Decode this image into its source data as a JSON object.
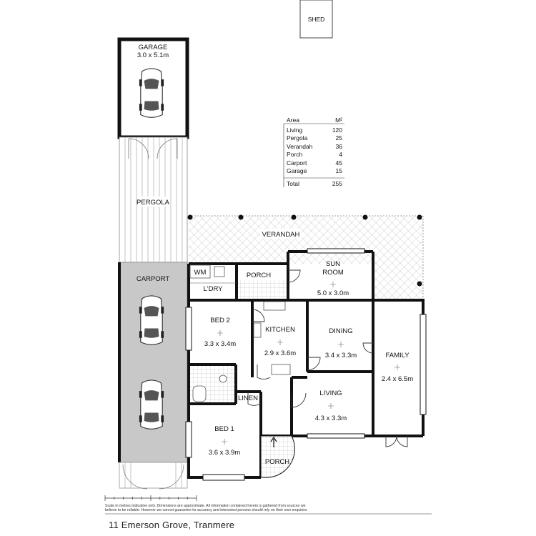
{
  "shed": "SHED",
  "garage": {
    "name": "GARAGE",
    "dims": "3.0 x 5.1m"
  },
  "pergola": "PERGOLA",
  "carport": "CARPORT",
  "verandah": "VERANDAH",
  "rooms": {
    "wm": "WM",
    "porch_rear": "PORCH",
    "laundry": "L'DRY",
    "sunroom_name1": "SUN",
    "sunroom_name2": "ROOM",
    "sunroom_dims": "5.0 x 3.0m",
    "bed2": "BED 2",
    "bed2_dims": "3.3 x 3.4m",
    "kitchen": "KITCHEN",
    "kitchen_dims": "2.9 x 3.6m",
    "dining": "DINING",
    "dining_dims": "3.4 x 3.3m",
    "family": "FAMILY",
    "family_dims": "2.4 x 6.5m",
    "linen": "LINEN",
    "living": "LIVING",
    "living_dims": "4.3 x 3.3m",
    "bed1": "BED 1",
    "bed1_dims": "3.6 x 3.9m",
    "porch_front": "PORCH"
  },
  "area_table": {
    "header": [
      "Area",
      "M²"
    ],
    "rows": [
      [
        "Living",
        "120"
      ],
      [
        "Pergola",
        "25"
      ],
      [
        "Verandah",
        "36"
      ],
      [
        "Porch",
        "4"
      ],
      [
        "Carport",
        "45"
      ],
      [
        "Garage",
        "15"
      ]
    ],
    "total": [
      "Total",
      "255"
    ]
  },
  "disclaimer_line1": "Scale in metres.Indicative only. Dimensions are approximate. All information contained herein is gathered from sources we",
  "disclaimer_line2": "believe to be reliable. However we cannot guarantee its accuracy and interested persons should rely on their own enquiries",
  "address": "11 Emerson Grove, Tranmere"
}
